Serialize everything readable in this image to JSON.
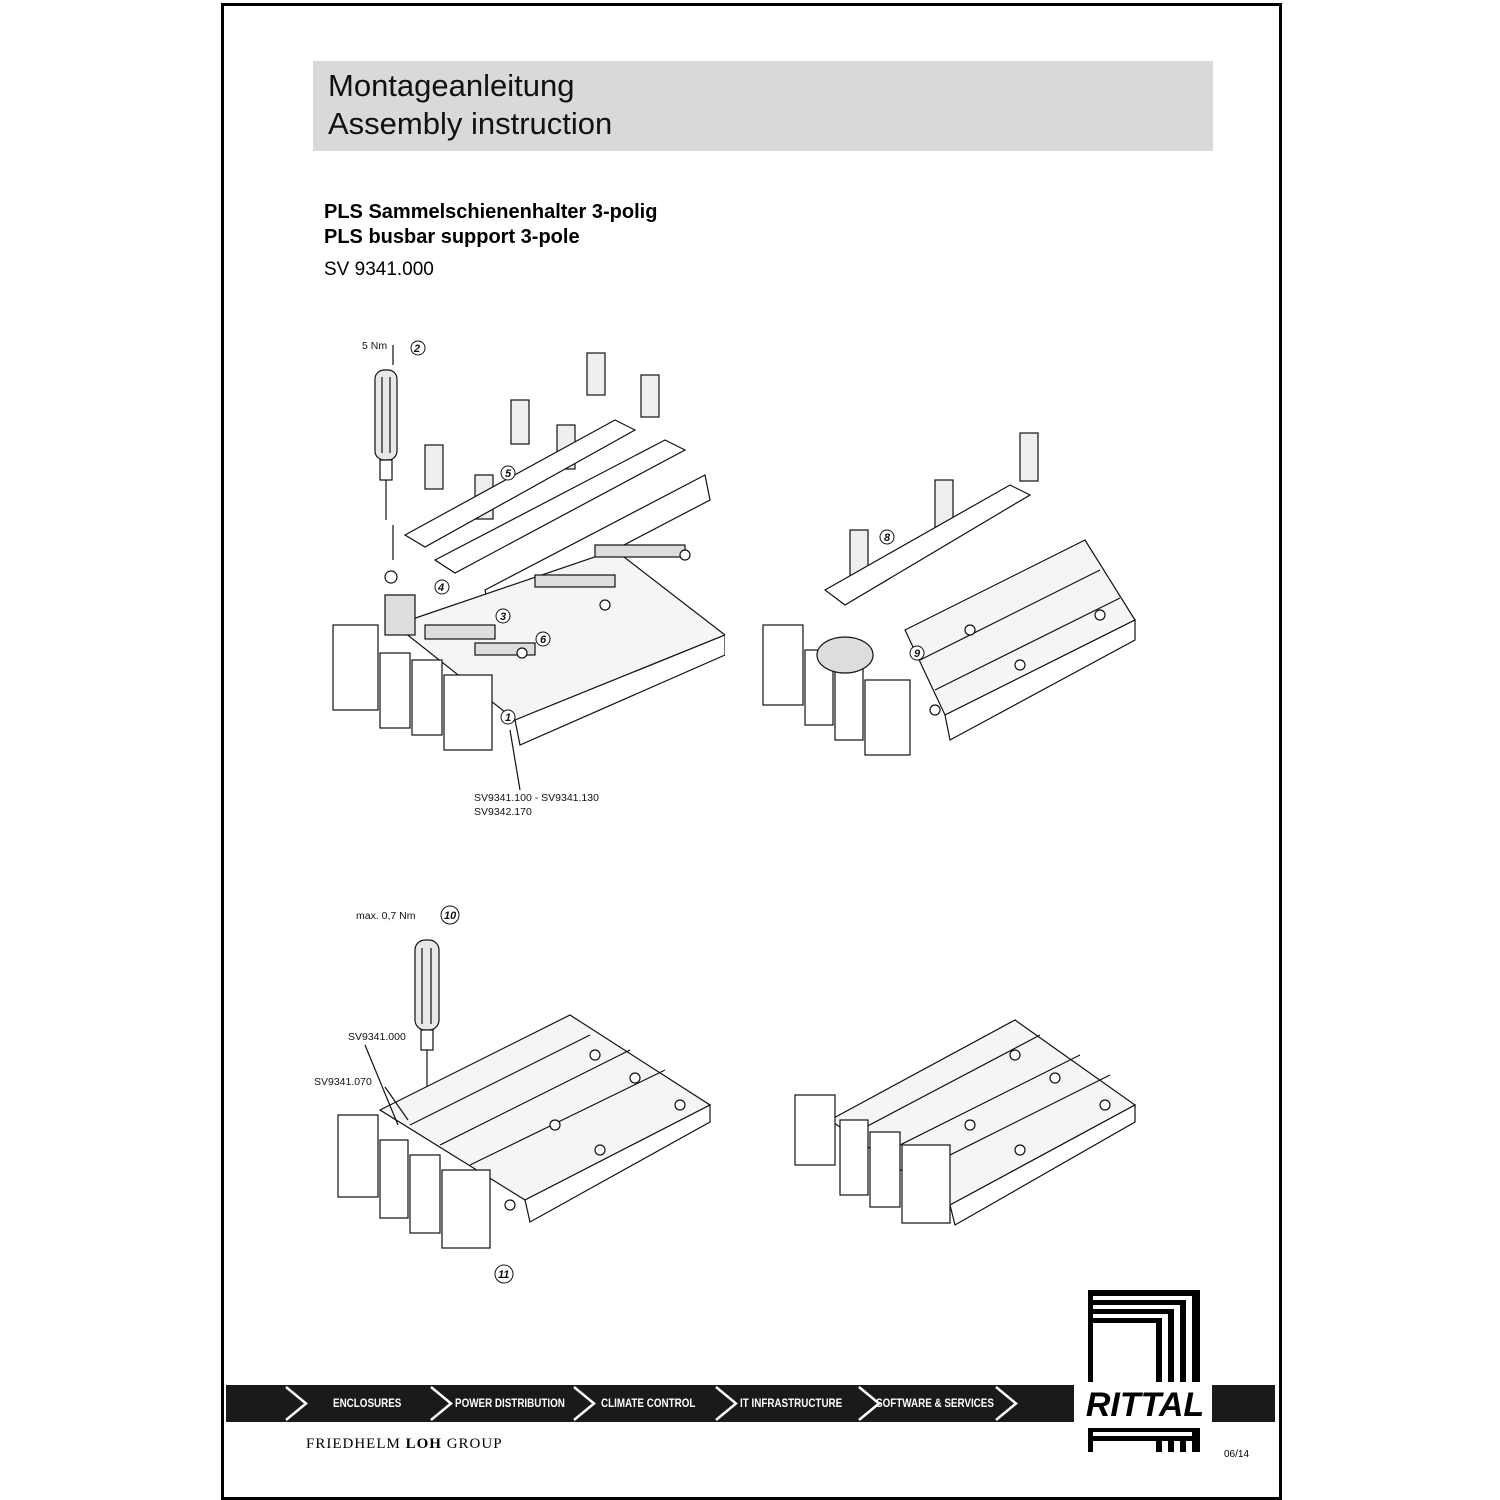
{
  "header": {
    "title_de": "Montageanleitung",
    "title_en": "Assembly instruction"
  },
  "product": {
    "name_de": "PLS Sammelschienenhalter 3-polig",
    "name_en": "PLS busbar support 3-pole",
    "code": "SV 9341.000"
  },
  "figures": {
    "fig1": {
      "torque": "5 Nm",
      "steps": [
        "1",
        "2",
        "3",
        "4",
        "5",
        "6"
      ],
      "part_ref_1": "SV9341.100 - SV9341.130",
      "part_ref_2": "SV9342.170"
    },
    "fig2": {
      "steps": [
        "8",
        "9"
      ]
    },
    "fig3": {
      "torque": "max. 0,7 Nm",
      "steps": [
        "10",
        "11"
      ],
      "part_a": "SV9341.000",
      "part_b": "SV9341.070"
    }
  },
  "footer": {
    "nav": [
      "ENCLOSURES",
      "POWER DISTRIBUTION",
      "CLIMATE CONTROL",
      "IT INFRASTRUCTURE",
      "SOFTWARE & SERVICES"
    ],
    "group_prefix": "FRIEDHELM ",
    "group_name": "LOH",
    "group_suffix": " GROUP",
    "brand": "RITTAL",
    "date": "06/14"
  }
}
